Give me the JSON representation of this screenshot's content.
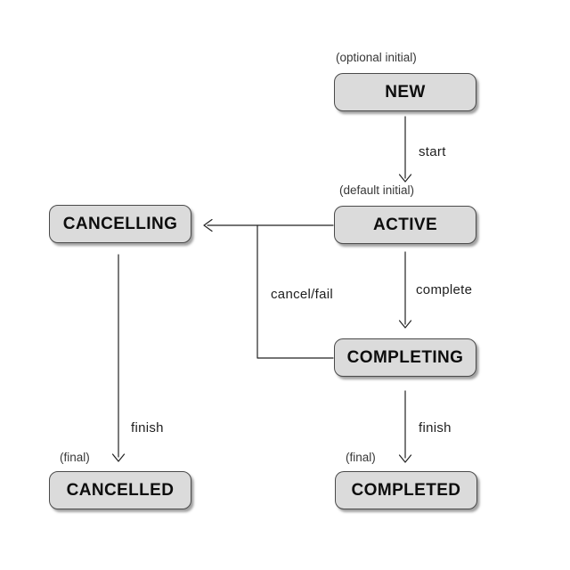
{
  "diagram": {
    "type": "state-machine",
    "background": "#ffffff",
    "colors": {
      "box_fill": "#dbdbdb",
      "box_border": "#4a4a4a",
      "box_text": "#0d0d0d",
      "line": "#222222",
      "edge_label_text": "#1e1e1e",
      "annotation_text": "#373737"
    },
    "states": [
      {
        "label": "NEW",
        "annotation": "(optional initial)"
      },
      {
        "label": "ACTIVE",
        "annotation": "(default initial)"
      },
      {
        "label": "CANCELLING"
      },
      {
        "label": "COMPLETING"
      },
      {
        "label": "CANCELLED",
        "annotation": "(final)"
      },
      {
        "label": "COMPLETED",
        "annotation": "(final)"
      }
    ],
    "transitions": [
      {
        "from": "NEW",
        "to": "ACTIVE",
        "label": "start"
      },
      {
        "from": "ACTIVE",
        "to": "COMPLETING",
        "label": "complete"
      },
      {
        "from": "ACTIVE, COMPLETING",
        "to": "CANCELLING",
        "label": "cancel/fail"
      },
      {
        "from": "CANCELLING",
        "to": "CANCELLED",
        "label": "finish"
      },
      {
        "from": "COMPLETING",
        "to": "COMPLETED",
        "label": "finish"
      }
    ]
  }
}
